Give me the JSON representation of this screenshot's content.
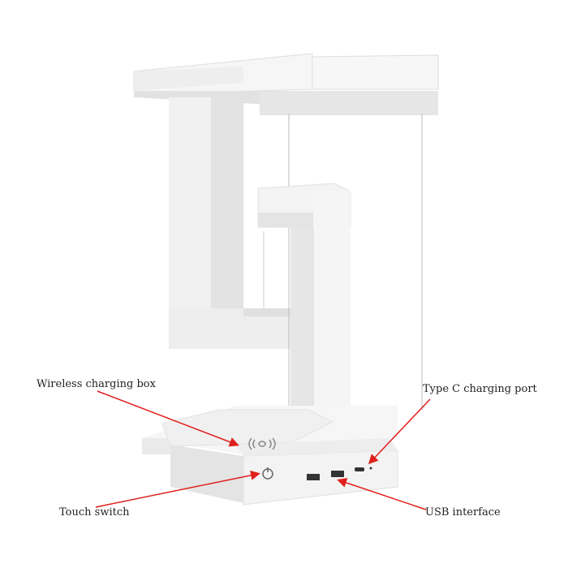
{
  "labels": {
    "wireless": "Wireless charging box",
    "typec": "Type C charging port",
    "touch": "Touch switch",
    "usb": "USB interface"
  },
  "colors": {
    "arrow": "#e0201c",
    "body": "#f4f4f4",
    "shade": "#dcdcdc"
  }
}
